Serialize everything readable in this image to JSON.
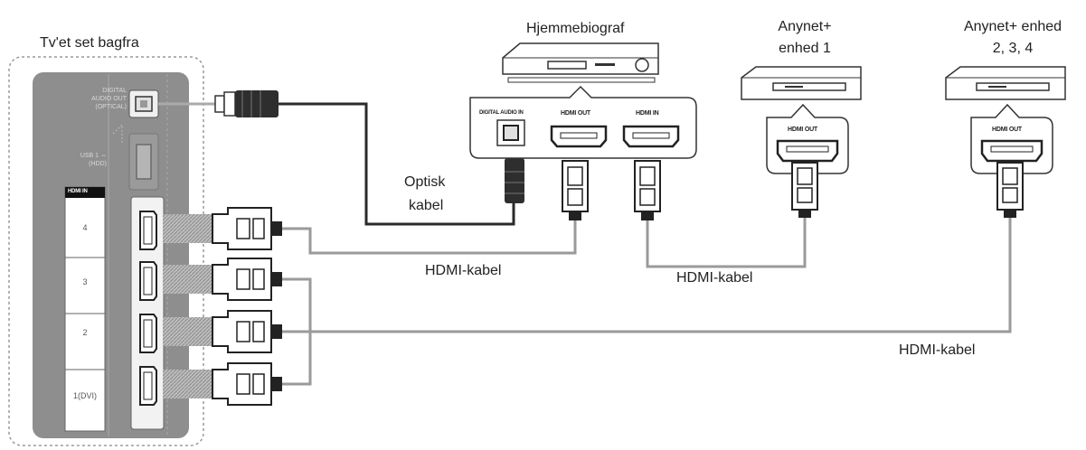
{
  "labels": {
    "tv_back": "Tv'et set bagfra",
    "home_theater": "Hjemmebiograf",
    "anynet_device_1_line1": "Anynet+",
    "anynet_device_1_line2": "enhed 1",
    "anynet_device_2_line1": "Anynet+ enhed",
    "anynet_device_2_line2": "2, 3, 4",
    "optical_cable_line1": "Optisk",
    "optical_cable_line2": "kabel",
    "hdmi_cable_1": "HDMI-kabel",
    "hdmi_cable_2": "HDMI-kabel",
    "hdmi_cable_3": "HDMI-kabel"
  },
  "tv_panel": {
    "digital_audio_out": "DIGITAL\nAUDIO OUT\n(OPTICAL)",
    "usb": "USB 1 ⇔\n(HDD)",
    "hdmi_in_header": "HDMI IN",
    "hdmi_ports": [
      "4",
      "3",
      "2",
      "1(DVI)"
    ]
  },
  "home_theater_ports": {
    "digital_audio_in": "DIGITAL AUDIO IN",
    "hdmi_out": "HDMI OUT",
    "hdmi_in": "HDMI IN"
  },
  "device_ports": {
    "device_1_hdmi_out": "HDMI OUT",
    "device_2_hdmi_out": "HDMI OUT"
  },
  "colors": {
    "panel_gray": "#8e8e8e",
    "cable_dark": "#2a2a2a",
    "cable_gray": "#9a9a9a"
  }
}
